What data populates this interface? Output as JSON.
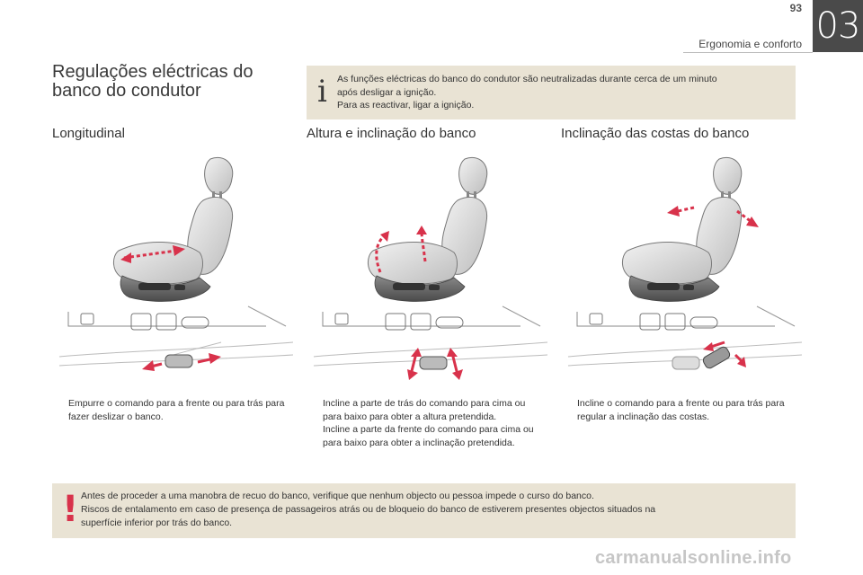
{
  "header": {
    "page_number": "93",
    "section": "Ergonomia e conforto",
    "chapter": "03"
  },
  "title": {
    "line1": "Regulações eléctricas do",
    "line2": "banco do condutor"
  },
  "info": {
    "icon": "info-icon",
    "line1": "As funções eléctricas do banco do condutor são neutralizadas durante cerca de um minuto",
    "line2": "após desligar a ignição.",
    "line3": "Para as reactivar, ligar a ignição."
  },
  "columns": [
    {
      "title": "Longitudinal",
      "bullets": [
        "Empurre o comando para a frente ou para trás para fazer deslizar o banco."
      ]
    },
    {
      "title": "Altura e inclinação do banco",
      "bullets": [
        "Incline a parte de trás do comando para cima ou para baixo para obter a altura pretendida.",
        "Incline a parte da frente do comando para cima ou para baixo para obter a inclinação pretendida."
      ]
    },
    {
      "title": "Inclinação das costas do banco",
      "bullets": [
        "Incline o comando para a frente ou para trás para regular a inclinação das costas."
      ]
    }
  ],
  "bullet_symbol": "",
  "warning": {
    "icon": "warning-exclamation-icon",
    "symbol": "!",
    "line1": "Antes de proceder a uma manobra de recuo do banco, verifique que nenhum objecto ou pessoa impede o curso do banco.",
    "line2": "Riscos de entalamento em caso de presença de passageiros atrás ou de bloqueio do banco de estiverem presentes objectos situados na",
    "line3": "superfície inferior por trás do banco."
  },
  "watermark": "carmanualsonline.info",
  "colors": {
    "box_bg": "#e9e3d4",
    "arrow_red": "#d8324b",
    "chapter_tab": "#4a4a4a"
  }
}
